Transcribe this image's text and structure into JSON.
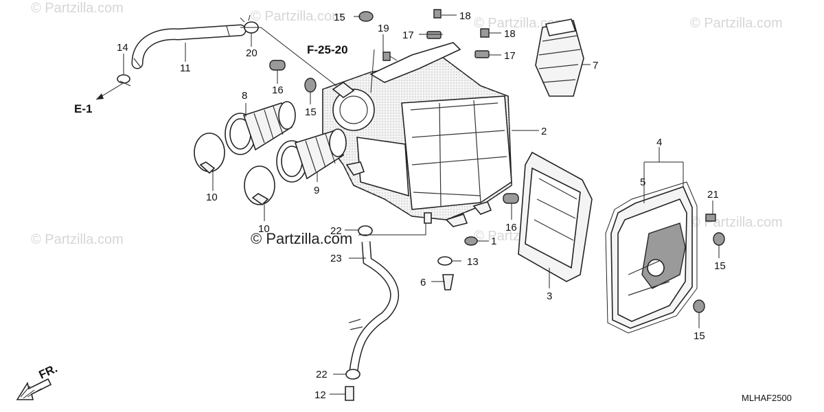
{
  "diagram": {
    "watermark_text": "© Partzilla.com",
    "diagram_code": "MLHAF2500",
    "front_indicator": "FR.",
    "references": [
      "E-1",
      "F-25-20"
    ],
    "callouts": {
      "c1": "1",
      "c2": "2",
      "c3": "3",
      "c4": "4",
      "c5": "5",
      "c6": "6",
      "c7": "7",
      "c8": "8",
      "c9": "9",
      "c10a": "10",
      "c10b": "10",
      "c11": "11",
      "c12": "12",
      "c13": "13",
      "c14": "14",
      "c15a": "15",
      "c15b": "15",
      "c15c": "15",
      "c15d": "15",
      "c16a": "16",
      "c16b": "16",
      "c17a": "17",
      "c17b": "17",
      "c18a": "18",
      "c18b": "18",
      "c19": "19",
      "c20": "20",
      "c21": "21",
      "c22a": "22",
      "c22b": "22",
      "c23": "23"
    }
  }
}
